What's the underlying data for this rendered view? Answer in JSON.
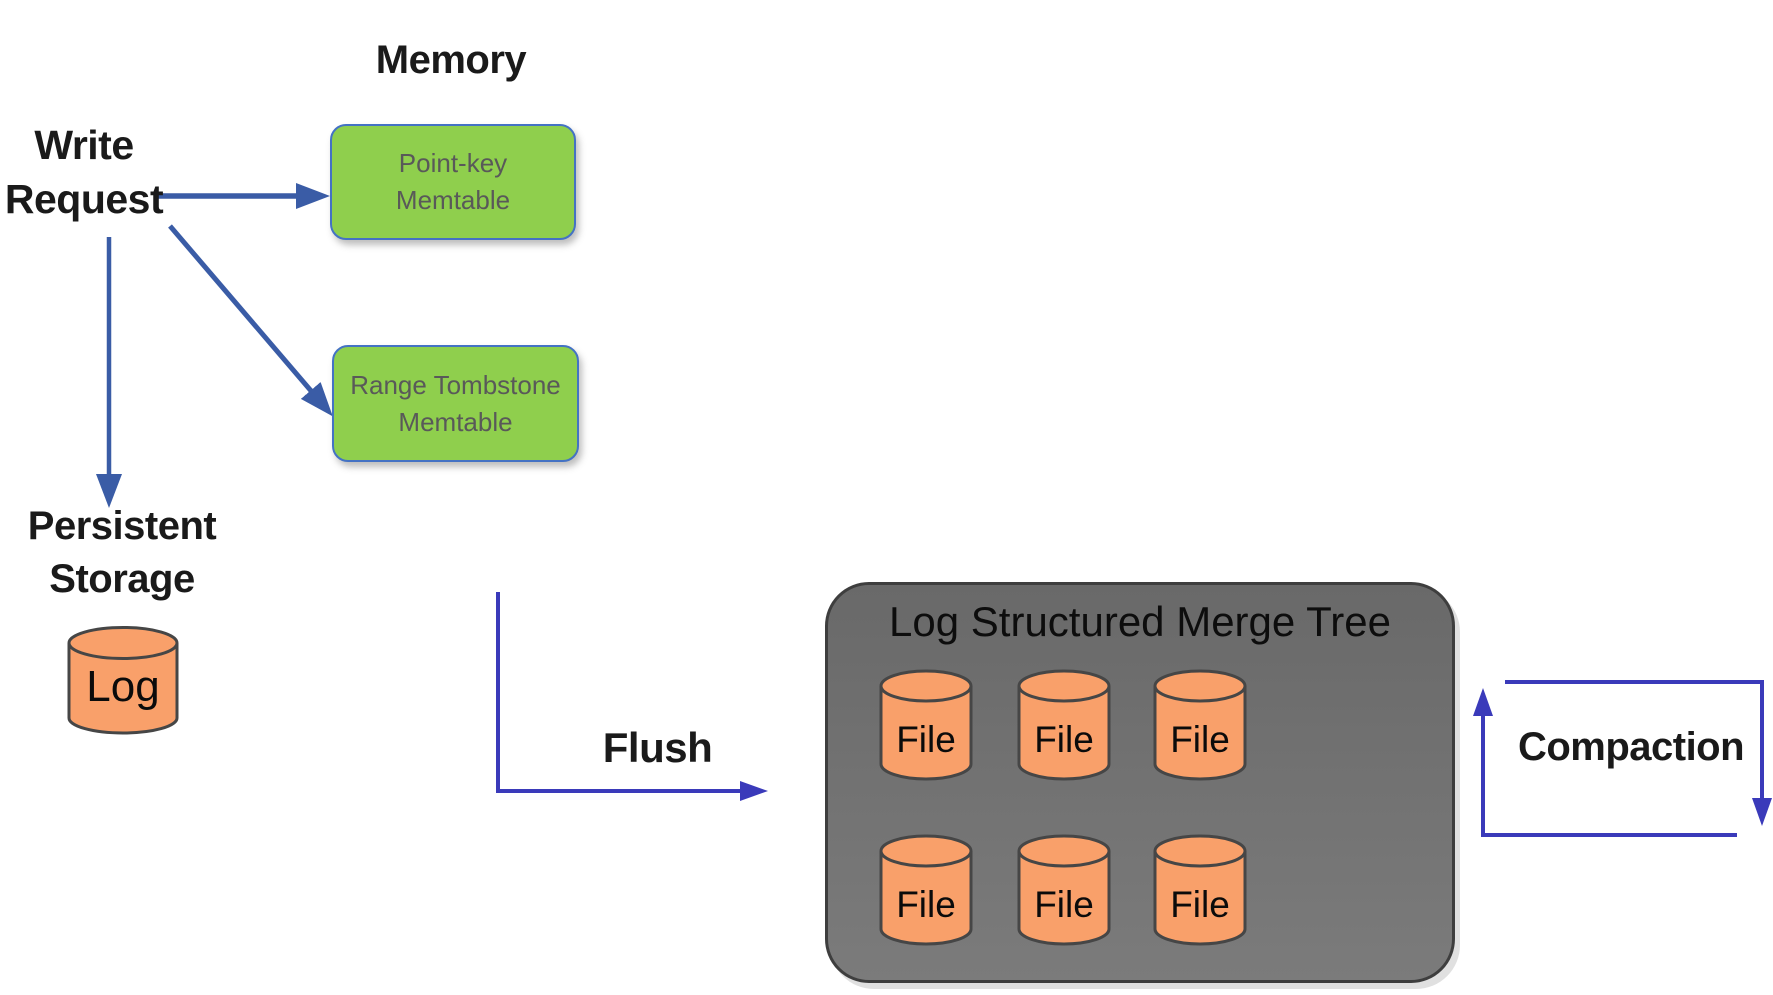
{
  "labels": {
    "memory": "Memory",
    "write_request": "Write\nRequest",
    "persistent_storage": "Persistent\nStorage",
    "flush": "Flush",
    "compaction": "Compaction"
  },
  "memtables": [
    {
      "line1": "Point-key",
      "line2": "Memtable"
    },
    {
      "line1": "Range Tombstone",
      "line2": "Memtable"
    }
  ],
  "log_cylinder": {
    "label": "Log"
  },
  "lsm": {
    "title": "Log Structured Merge Tree",
    "files": [
      "File",
      "File",
      "File",
      "File",
      "File",
      "File"
    ]
  },
  "colors": {
    "arrow_steel": "#3A5CA6",
    "arrow_indigo": "#3A3ABA",
    "memtable_fill": "#8FCF4D",
    "memtable_border": "#4472C4",
    "memtable_text": "#595959",
    "cylinder_fill": "#F9A06A",
    "cylinder_stroke": "#464646",
    "lsm_fill_top": "#696969",
    "lsm_fill_bottom": "#7B7B7B",
    "lsm_border": "#3E3E3E",
    "text_black": "#1A1A1A"
  }
}
